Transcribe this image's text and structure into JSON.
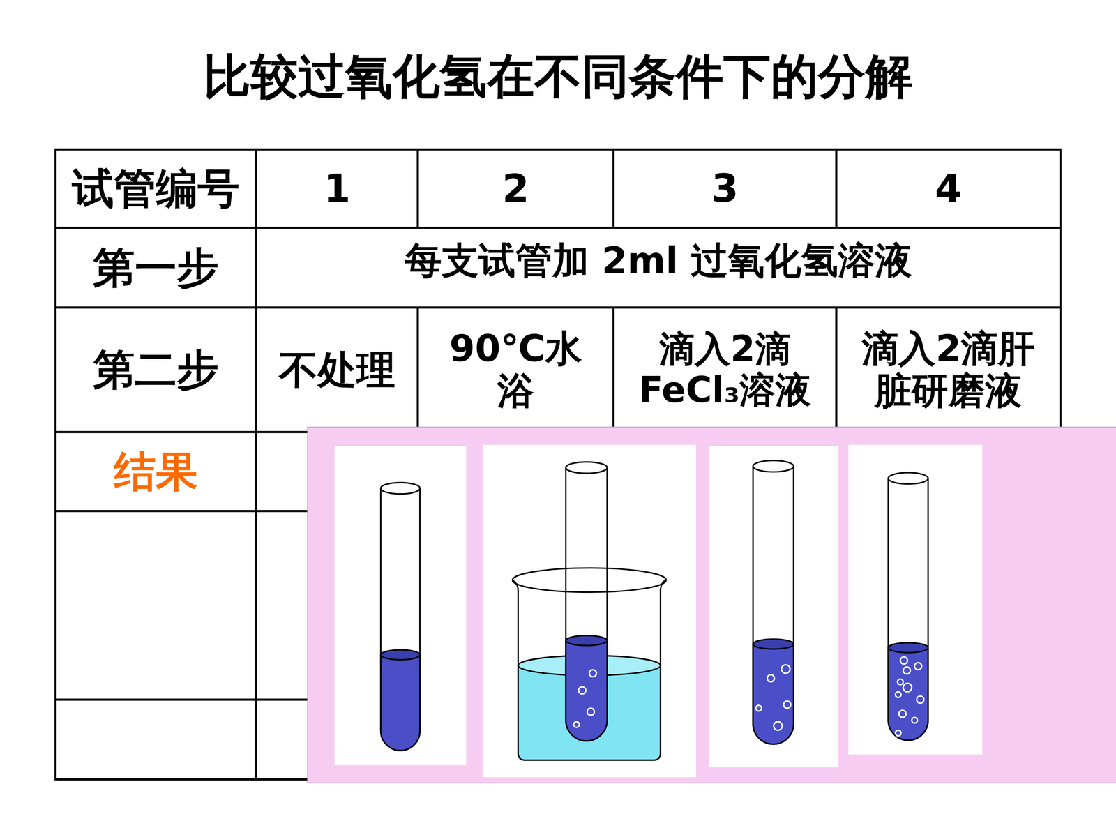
{
  "diagram": {
    "title": "比较过氧化氢在不同条件下的分解",
    "labels": [
      "试管编号",
      "1",
      "2",
      "3",
      "4",
      "第一步",
      "每支试管加 2ml 过氧化氢溶液",
      "第二步",
      "不处理",
      "90℃水浴",
      "滴入2滴FeCl₃溶液",
      "滴入2滴肝脏研磨液",
      "结果"
    ]
  }
}
